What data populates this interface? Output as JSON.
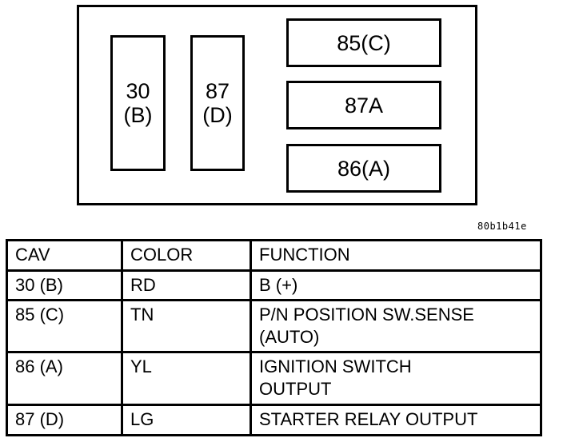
{
  "diagram": {
    "cavities": {
      "c30": {
        "line1": "30",
        "line2": "(B)"
      },
      "c87": {
        "line1": "87",
        "line2": "(D)"
      },
      "c85": "85(C)",
      "c87a": "87A",
      "c86": "86(A)"
    },
    "code": "80b1b41e"
  },
  "table": {
    "headers": {
      "cav": "CAV",
      "color": "COLOR",
      "function": "FUNCTION"
    },
    "rows": [
      {
        "cav": "30 (B)",
        "color": "RD",
        "function": [
          "B (+)"
        ]
      },
      {
        "cav": "85 (C)",
        "color": "TN",
        "function": [
          "P/N POSITION SW.SENSE",
          "(AUTO)"
        ]
      },
      {
        "cav": "86 (A)",
        "color": "YL",
        "function": [
          "IGNITION SWITCH",
          "OUTPUT"
        ]
      },
      {
        "cav": "87 (D)",
        "color": "LG",
        "function": [
          "STARTER RELAY OUTPUT"
        ]
      }
    ]
  }
}
